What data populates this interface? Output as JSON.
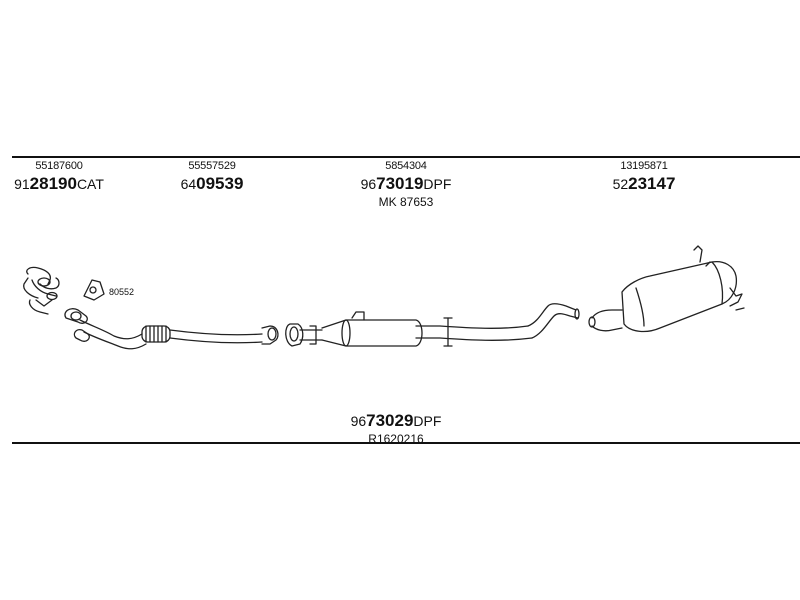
{
  "header_parts": [
    {
      "oe": "55187600",
      "prefix": "91",
      "number": "28190",
      "suffix": "CAT"
    },
    {
      "oe": "55557529",
      "prefix": "64",
      "number": "09539",
      "suffix": ""
    },
    {
      "oe": "5854304",
      "prefix": "96",
      "number": "73019",
      "suffix": "DPF",
      "extra": "MK 87653"
    },
    {
      "oe": "13195871",
      "prefix": "52",
      "number": "23147",
      "suffix": ""
    }
  ],
  "gasket": {
    "label": "80552"
  },
  "footer_part": {
    "prefix": "96",
    "number": "73029",
    "suffix": "DPF",
    "extra": "R1620216"
  }
}
